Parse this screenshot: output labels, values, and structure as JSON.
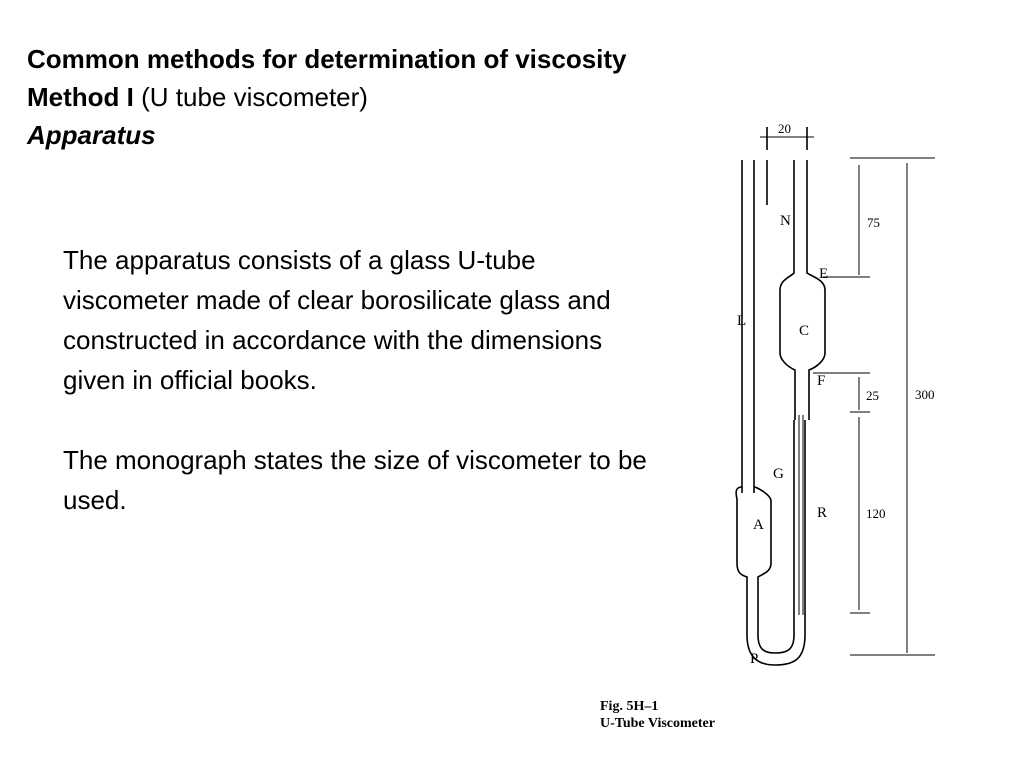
{
  "heading": {
    "line1": "Common methods for determination of viscosity",
    "method_label": "Method I",
    "method_desc": "(U tube viscometer)",
    "section": "Apparatus"
  },
  "body": {
    "para1": "The apparatus consists of a glass U-tube viscometer made of clear borosilicate glass and constructed in accordance with the dimensions given in official books.",
    "para2": "The monograph states the size of viscometer to be used."
  },
  "figure": {
    "labels": {
      "N": "N",
      "E": "E",
      "C": "C",
      "L": "L",
      "F": "F",
      "G": "G",
      "R": "R",
      "A": "A",
      "P": "P"
    },
    "dimensions": {
      "top_width": "20",
      "d75": "75",
      "d25": "25",
      "d300": "300",
      "d120": "120"
    },
    "caption_title": "Fig. 5H–1",
    "caption_subtitle": "U-Tube Viscometer"
  }
}
